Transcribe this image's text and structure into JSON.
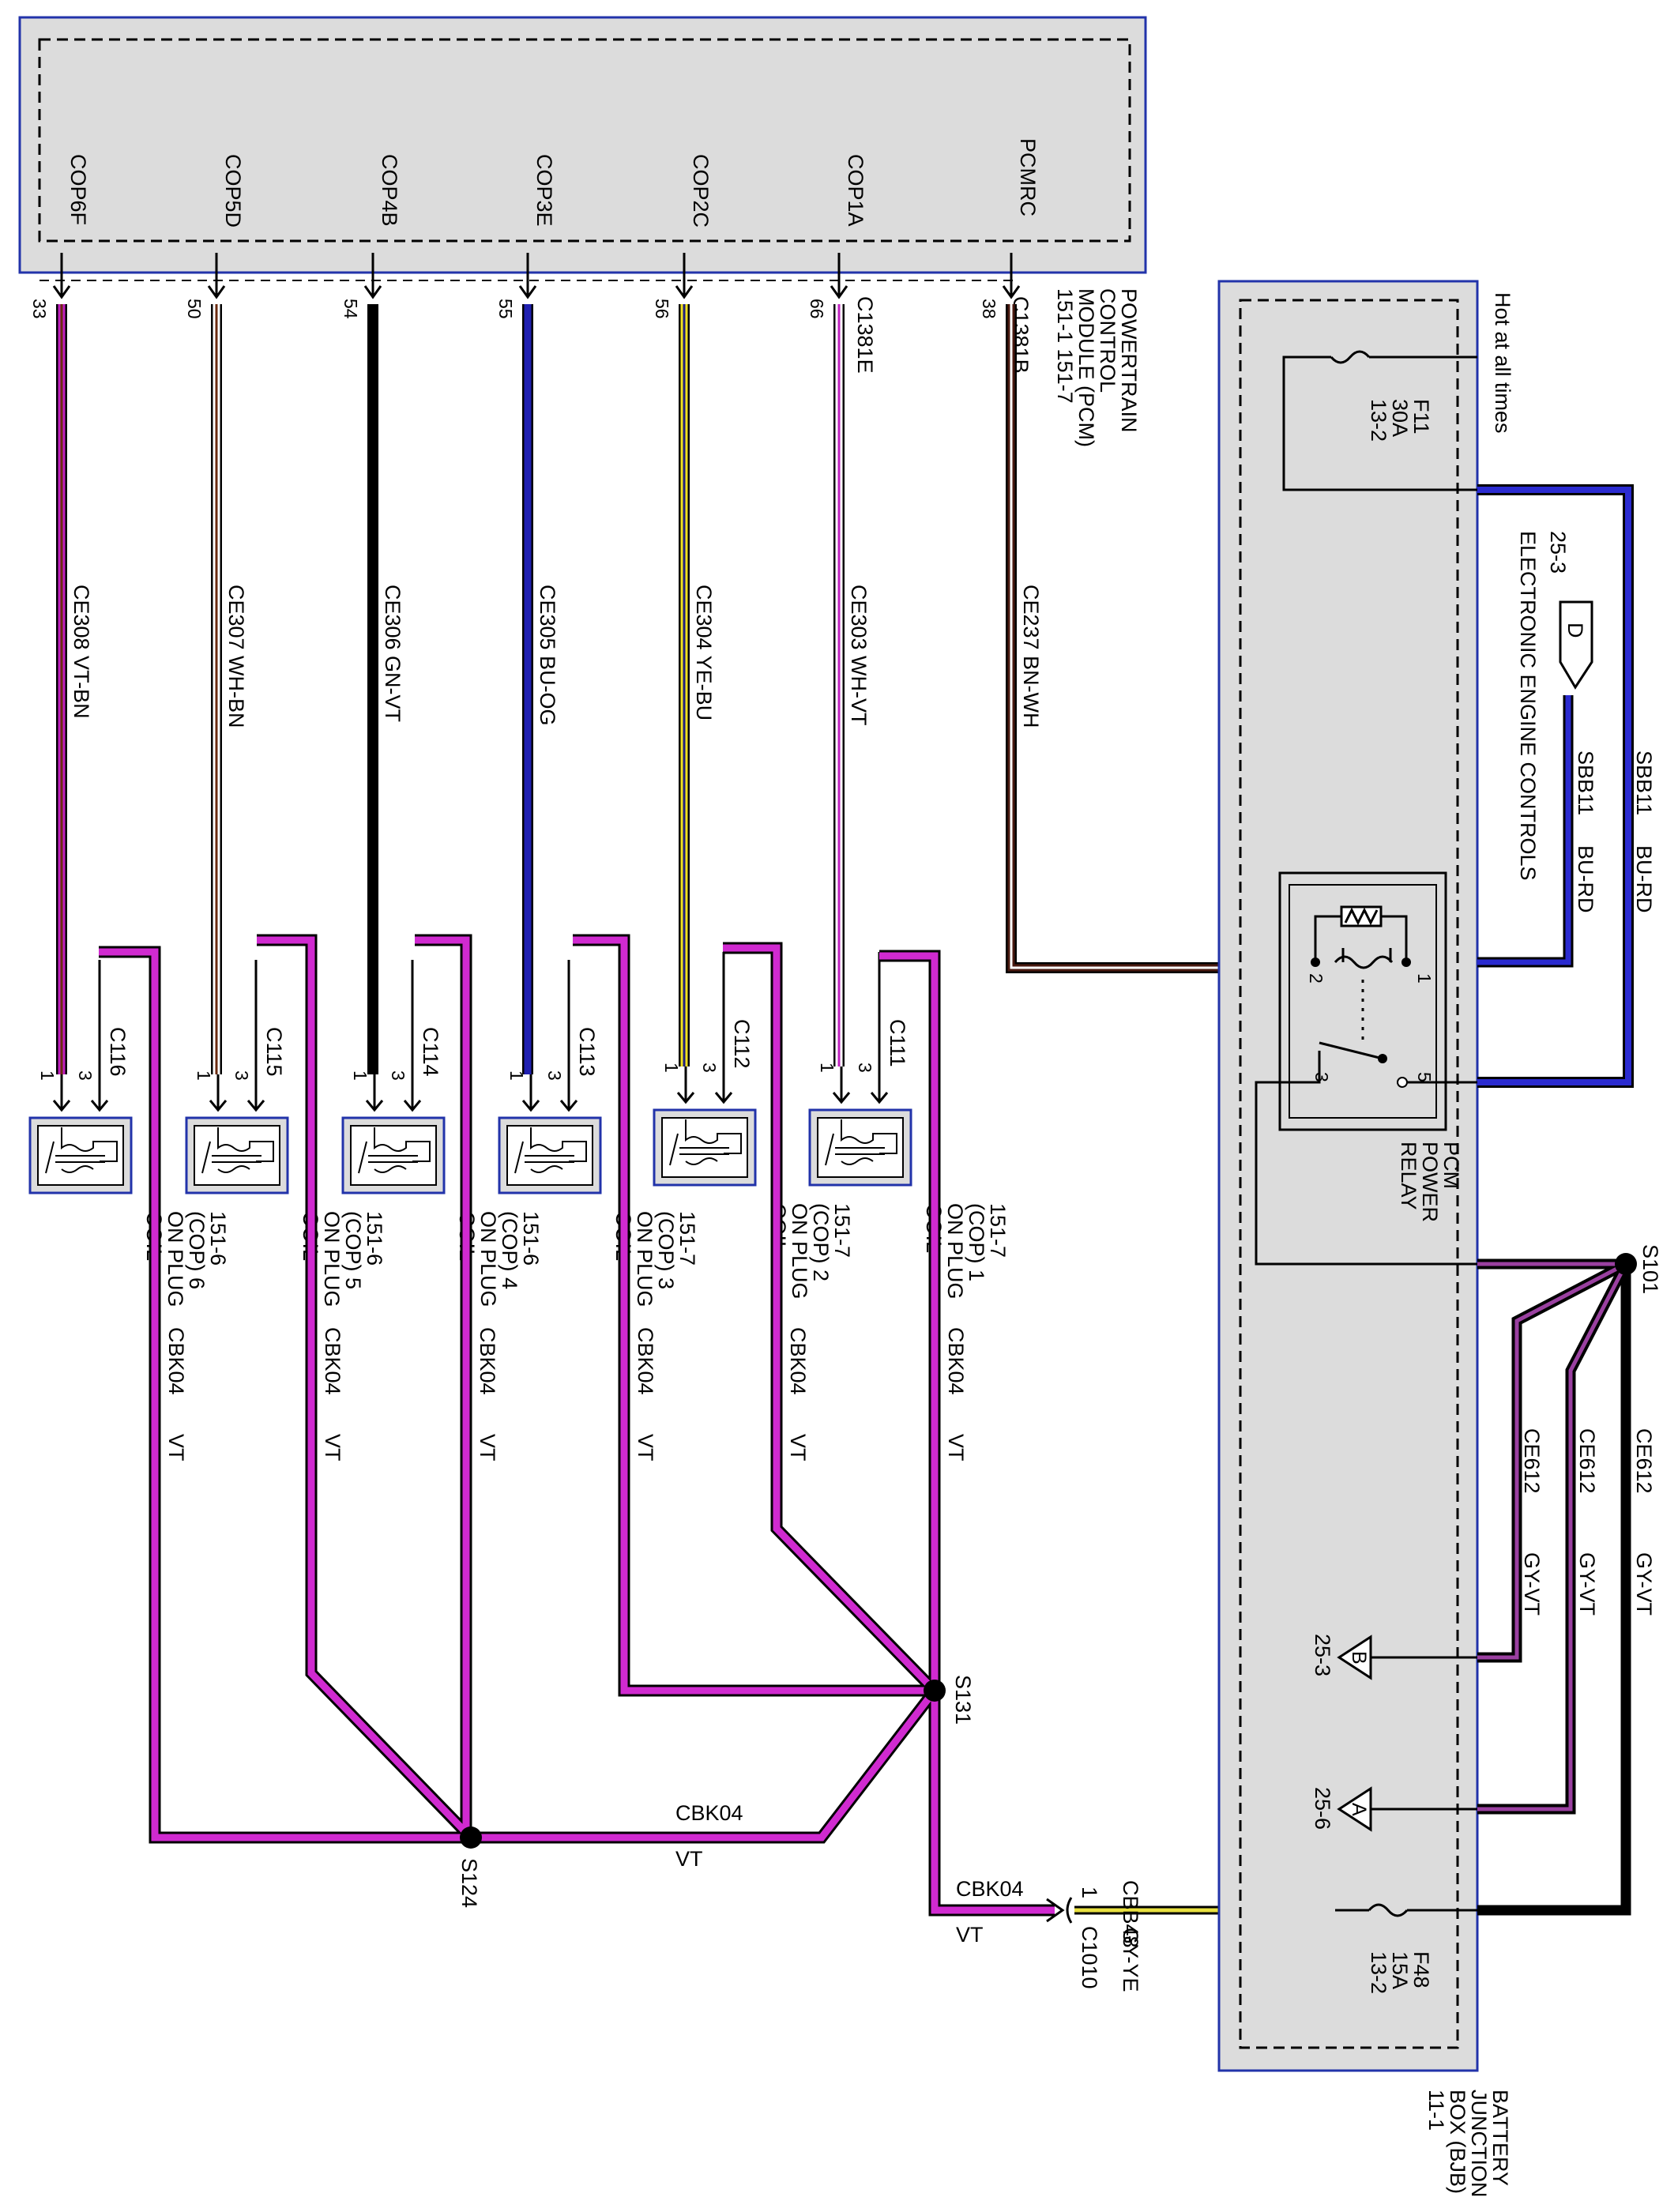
{
  "pcm": {
    "pins": [
      "COP6F",
      "COP5D",
      "COP4B",
      "COP3E",
      "COP2C",
      "COP1A",
      "PCMRC"
    ],
    "pin_numbers": [
      "33",
      "50",
      "54",
      "55",
      "56",
      "66",
      "38"
    ],
    "connector_a": "C1381E",
    "connector_b": "C1381B",
    "label_lines": [
      "POWERTRAIN",
      "CONTROL",
      "MODULE (PCM)",
      "151-1   151-7"
    ]
  },
  "circuits": [
    {
      "label": "CE308  VT-BN",
      "color": "#c020c0",
      "stripe": "#6b2b10"
    },
    {
      "label": "CE307  WH-BN",
      "color": "#ffffff",
      "stripe": "#6b2b10"
    },
    {
      "label": "CE306  GN-VT",
      "color": "#000000",
      "stripe": "#000000"
    },
    {
      "label": "CE305  BU-OG",
      "color": "#2020b0",
      "stripe": "#2020b0"
    },
    {
      "label": "CE304  YE-BU",
      "color": "#f0e020",
      "stripe": "#202080"
    },
    {
      "label": "CE303  WH-VT",
      "color": "#ffffff",
      "stripe": "#c020c0"
    },
    {
      "label": "CE237  BN-WH",
      "color": "#4a1a10",
      "stripe": "#ffffff"
    }
  ],
  "coils": [
    {
      "connector": "C116",
      "lines": [
        "COIL",
        "ON PLUG",
        "(COP) 6",
        "151-6"
      ]
    },
    {
      "connector": "C115",
      "lines": [
        "COIL",
        "ON PLUG",
        "(COP) 5",
        "151-6"
      ]
    },
    {
      "connector": "C114",
      "lines": [
        "COIL",
        "ON PLUG",
        "(COP) 4",
        "151-6"
      ]
    },
    {
      "connector": "C113",
      "lines": [
        "COIL",
        "ON PLUG",
        "(COP) 3",
        "151-7"
      ]
    },
    {
      "connector": "C112",
      "lines": [
        "COIL",
        "ON PLUG",
        "(COP) 2",
        "151-7"
      ]
    },
    {
      "connector": "C111",
      "lines": [
        "COIL",
        "ON PLUG",
        "(COP) 1",
        "151-7"
      ]
    }
  ],
  "coil_pin_left": "1",
  "coil_pin_right": "3",
  "cbk": {
    "circuit": "CBK04",
    "color": "VT"
  },
  "splices": {
    "s124": "S124",
    "s131": "S131",
    "s101": "S101"
  },
  "c1010": {
    "name": "C1010",
    "pin": "1",
    "circuit": "CBB48",
    "color": "GY-YE"
  },
  "bjb": {
    "label_lines": [
      "BATTERY",
      "JUNCTION",
      "BOX (BJB)",
      "11-1"
    ],
    "hot": "Hot at all times",
    "f11": [
      "F11",
      "30A",
      "13-2"
    ],
    "f48": [
      "F48",
      "15A",
      "13-2"
    ]
  },
  "sbb11": {
    "circuit": "SBB11",
    "color": "BU-RD"
  },
  "relay": {
    "label_lines": [
      "PCM",
      "POWER",
      "RELAY"
    ],
    "pins": [
      "1",
      "2",
      "3",
      "5"
    ]
  },
  "eec": {
    "letter": "D",
    "page": "25-3",
    "label": "ELECTRONIC ENGINE CONTROLS"
  },
  "ce612": {
    "circuit": "CE612",
    "color": "GY-VT"
  },
  "refs": [
    {
      "letter": "B",
      "page": "25-3"
    },
    {
      "letter": "A",
      "page": "25-6"
    }
  ]
}
